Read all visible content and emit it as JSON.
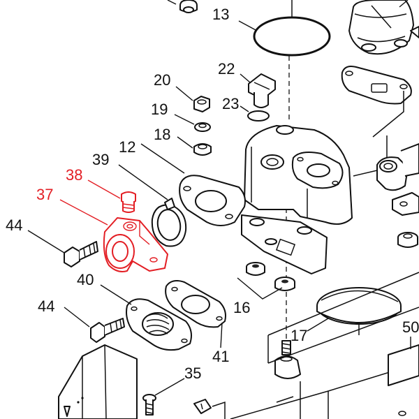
{
  "callouts": {
    "c13": "13",
    "c22": "22",
    "c20": "20",
    "c23": "23",
    "c19": "19",
    "c18": "18",
    "c12": "12",
    "c39": "39",
    "c38": "38",
    "c37": "37",
    "c44a": "44",
    "c40": "40",
    "c44b": "44",
    "c16": "16",
    "c17": "17",
    "c50": "50",
    "c41": "41",
    "c35": "35"
  },
  "colors": {
    "highlight": "#e31e24",
    "line": "#111111",
    "background": "#ffffff"
  }
}
